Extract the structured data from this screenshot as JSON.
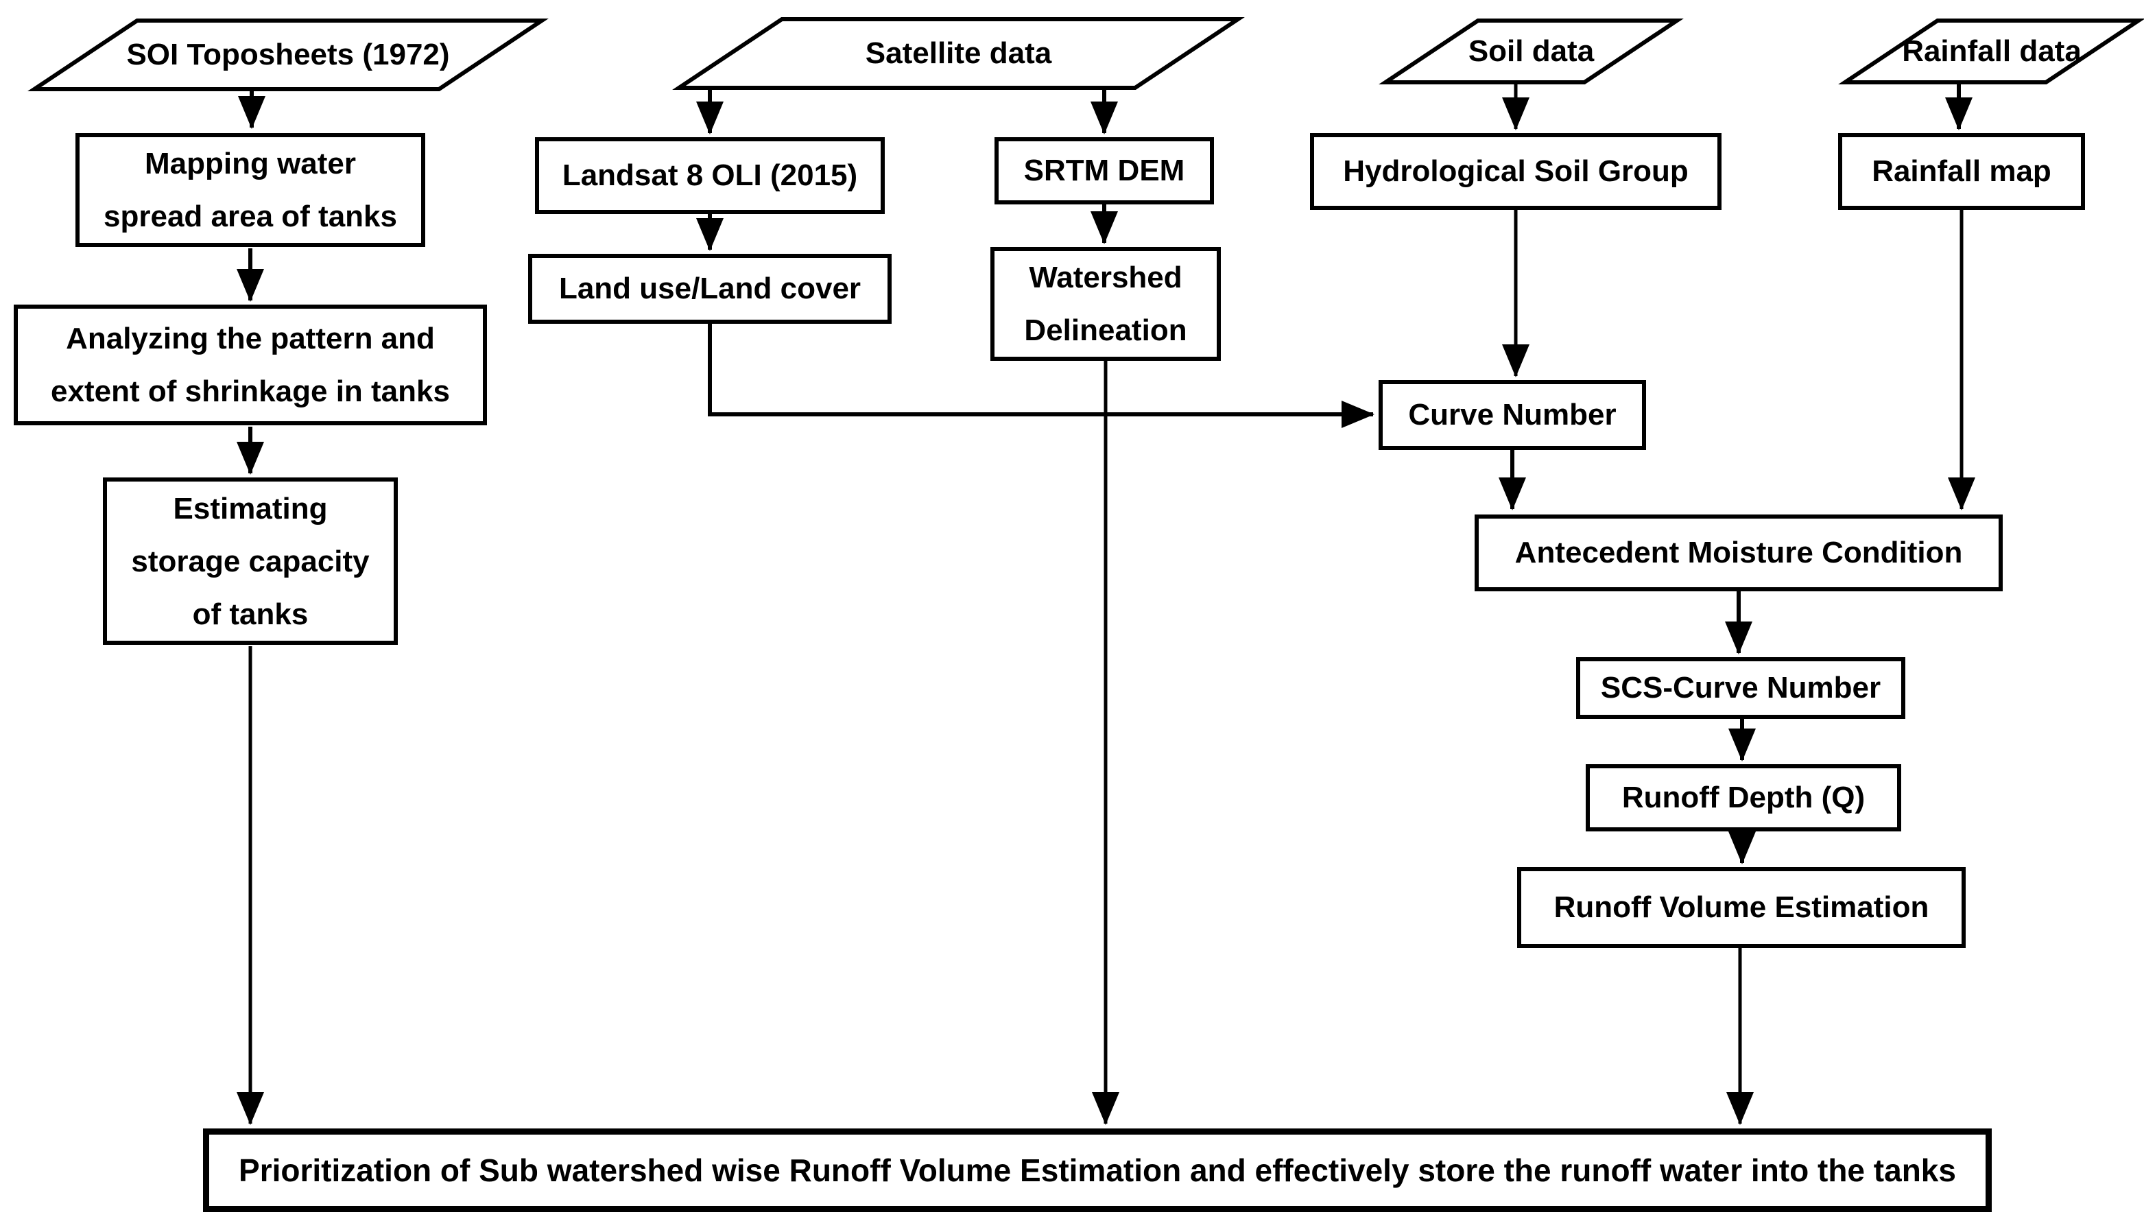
{
  "colors": {
    "ink": "#000000",
    "background": "#ffffff"
  },
  "flowchart": {
    "nodes": {
      "soi": {
        "shape": "parallelogram",
        "label": "SOI Toposheets (1972)"
      },
      "satellite": {
        "shape": "parallelogram",
        "label": "Satellite data"
      },
      "soil": {
        "shape": "parallelogram",
        "label": "Soil data"
      },
      "rainfall": {
        "shape": "parallelogram",
        "label": "Rainfall data"
      },
      "mapping": {
        "shape": "rect",
        "label": "Mapping water\nspread area of tanks"
      },
      "analyzing": {
        "shape": "rect",
        "label": "Analyzing the pattern and\nextent of shrinkage in tanks"
      },
      "estimating": {
        "shape": "rect",
        "label": "Estimating\nstorage capacity\nof  tanks"
      },
      "landsat": {
        "shape": "rect",
        "label": "Landsat 8 OLI (2015)"
      },
      "landuse": {
        "shape": "rect",
        "label": "Land use/Land cover"
      },
      "srtm": {
        "shape": "rect",
        "label": "SRTM DEM"
      },
      "watershed": {
        "shape": "rect",
        "label": "Watershed\nDelineation"
      },
      "hsg": {
        "shape": "rect",
        "label": "Hydrological Soil Group"
      },
      "curvenumber": {
        "shape": "rect",
        "label": "Curve Number"
      },
      "rainfallmap": {
        "shape": "rect",
        "label": "Rainfall map"
      },
      "amc": {
        "shape": "rect",
        "label": "Antecedent Moisture Condition"
      },
      "scs": {
        "shape": "rect",
        "label": "SCS-Curve Number"
      },
      "runoffdepth": {
        "shape": "rect",
        "label": "Runoff Depth (Q)"
      },
      "runoffvolume": {
        "shape": "rect",
        "label": "Runoff Volume Estimation"
      },
      "prioritization": {
        "shape": "bar",
        "label": "Prioritization of Sub watershed wise Runoff Volume Estimation and effectively store the runoff water into the tanks"
      }
    },
    "edges": [
      {
        "from": "soi",
        "to": "mapping"
      },
      {
        "from": "mapping",
        "to": "analyzing"
      },
      {
        "from": "analyzing",
        "to": "estimating"
      },
      {
        "from": "estimating",
        "to": "prioritization"
      },
      {
        "from": "satellite",
        "to": "landsat"
      },
      {
        "from": "satellite",
        "to": "srtm"
      },
      {
        "from": "landsat",
        "to": "landuse"
      },
      {
        "from": "landuse",
        "to": "curvenumber"
      },
      {
        "from": "srtm",
        "to": "watershed"
      },
      {
        "from": "watershed",
        "to": "prioritization"
      },
      {
        "from": "soil",
        "to": "hsg"
      },
      {
        "from": "hsg",
        "to": "curvenumber"
      },
      {
        "from": "curvenumber",
        "to": "amc"
      },
      {
        "from": "rainfall",
        "to": "rainfallmap"
      },
      {
        "from": "rainfallmap",
        "to": "amc"
      },
      {
        "from": "amc",
        "to": "scs"
      },
      {
        "from": "scs",
        "to": "runoffdepth"
      },
      {
        "from": "runoffdepth",
        "to": "runoffvolume"
      },
      {
        "from": "runoffvolume",
        "to": "prioritization"
      }
    ]
  }
}
